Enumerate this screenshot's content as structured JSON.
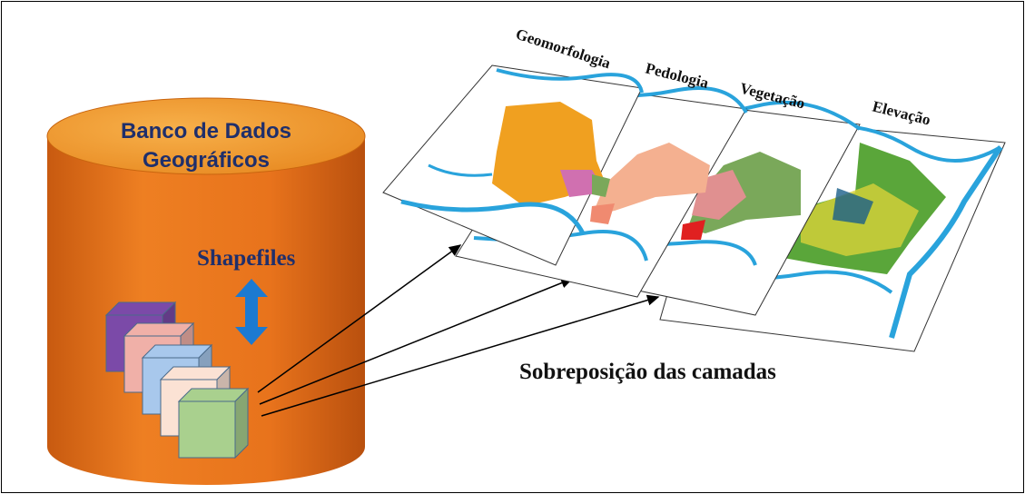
{
  "database": {
    "title_line1": "Banco de Dados",
    "title_line2": "Geográficos",
    "shapefiles_label": "Shapefiles",
    "body_color": "#e8731c",
    "top_color": "#f29a2e"
  },
  "layers": [
    {
      "label": "Geomorfologia",
      "fill_color": "#f0a020"
    },
    {
      "label": "Pedologia",
      "fill_color": "#f4b090"
    },
    {
      "label": "Vegetação",
      "fill_color": "#7aa85a"
    },
    {
      "label": "Elevação",
      "fill_color": "#5aa63a"
    }
  ],
  "caption": "Sobreposição das camadas",
  "cube_colors": [
    "#7b4aa8",
    "#f0b0a8",
    "#a8c8ec",
    "#fbe2d4",
    "#a9d08e"
  ],
  "river_color": "#29a3dc",
  "arrow_color": "#1c7ad1"
}
